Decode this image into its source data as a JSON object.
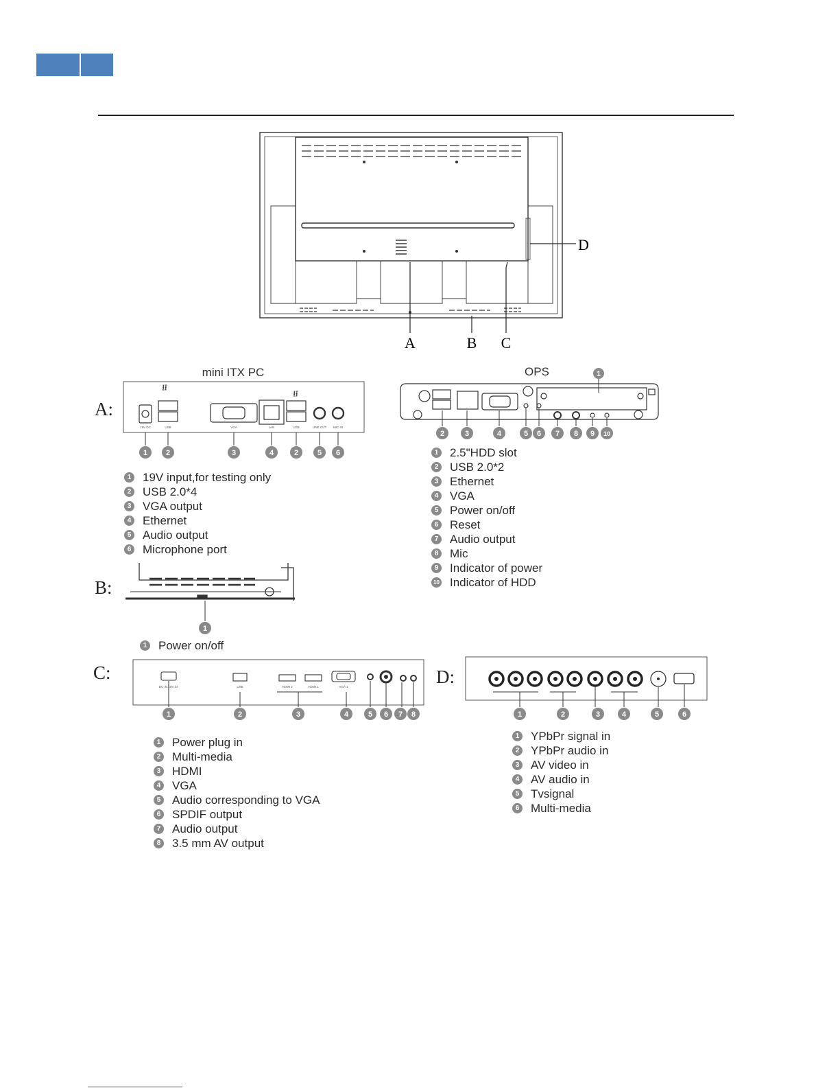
{
  "diagram_labels": {
    "callout_a": "A",
    "callout_b": "B",
    "callout_c": "C",
    "callout_d": "D",
    "section_a": "A:",
    "section_b": "B:",
    "section_c": "C:",
    "section_d": "D:",
    "title_a": "mini ITX PC",
    "title_ops": "OPS"
  },
  "panel_a": {
    "port_labels": [
      "19V DC",
      "USB",
      "VGA",
      "LAN",
      "USB",
      "LINE OUT",
      "MIC IN"
    ],
    "numbers": [
      "1",
      "2",
      "3",
      "4",
      "2",
      "5",
      "6"
    ],
    "legend": [
      {
        "num": "1",
        "text": "19V input,for testing only"
      },
      {
        "num": "2",
        "text": "USB 2.0*4"
      },
      {
        "num": "3",
        "text": "VGA output"
      },
      {
        "num": "4",
        "text": "Ethernet"
      },
      {
        "num": "5",
        "text": "Audio output"
      },
      {
        "num": "6",
        "text": "Microphone port"
      }
    ]
  },
  "panel_ops": {
    "numbers": [
      "2",
      "3",
      "4",
      "5",
      "6",
      "7",
      "8",
      "9",
      "10"
    ],
    "top_number": "1",
    "legend": [
      {
        "num": "1",
        "text": "2.5\"HDD slot"
      },
      {
        "num": "2",
        "text": "USB 2.0*2"
      },
      {
        "num": "3",
        "text": "Ethernet"
      },
      {
        "num": "4",
        "text": "VGA"
      },
      {
        "num": "5",
        "text": "Power on/off"
      },
      {
        "num": "6",
        "text": "Reset"
      },
      {
        "num": "7",
        "text": "Audio output"
      },
      {
        "num": "8",
        "text": "Mic"
      },
      {
        "num": "9",
        "text": "Indicator of power"
      },
      {
        "num": "10",
        "text": "Indicator of HDD"
      }
    ]
  },
  "panel_b": {
    "number": "1",
    "legend": [
      {
        "num": "1",
        "text": "Power on/off"
      }
    ]
  },
  "panel_c": {
    "port_labels": [
      "DC IN 19V 3A",
      "USB",
      "HDMI 2",
      "HDMI 1",
      "VGA 1"
    ],
    "numbers": [
      "1",
      "2",
      "3",
      "4",
      "5",
      "6",
      "7",
      "8"
    ],
    "legend": [
      {
        "num": "1",
        "text": "Power plug in"
      },
      {
        "num": "2",
        "text": "Multi-media"
      },
      {
        "num": "3",
        "text": "HDMI"
      },
      {
        "num": "4",
        "text": "VGA"
      },
      {
        "num": "5",
        "text": "Audio corresponding to VGA"
      },
      {
        "num": "6",
        "text": "SPDIF output"
      },
      {
        "num": "7",
        "text": "Audio output"
      },
      {
        "num": "8",
        "text": "3.5 mm AV output"
      }
    ]
  },
  "panel_d": {
    "numbers": [
      "1",
      "2",
      "3",
      "4",
      "5",
      "6"
    ],
    "legend": [
      {
        "num": "1",
        "text": "YPbPr signal in"
      },
      {
        "num": "2",
        "text": "YPbPr audio in"
      },
      {
        "num": "3",
        "text": "AV video in"
      },
      {
        "num": "4",
        "text": "AV audio in"
      },
      {
        "num": "5",
        "text": "Tvsignal"
      },
      {
        "num": "6",
        "text": "Multi-media"
      }
    ]
  }
}
